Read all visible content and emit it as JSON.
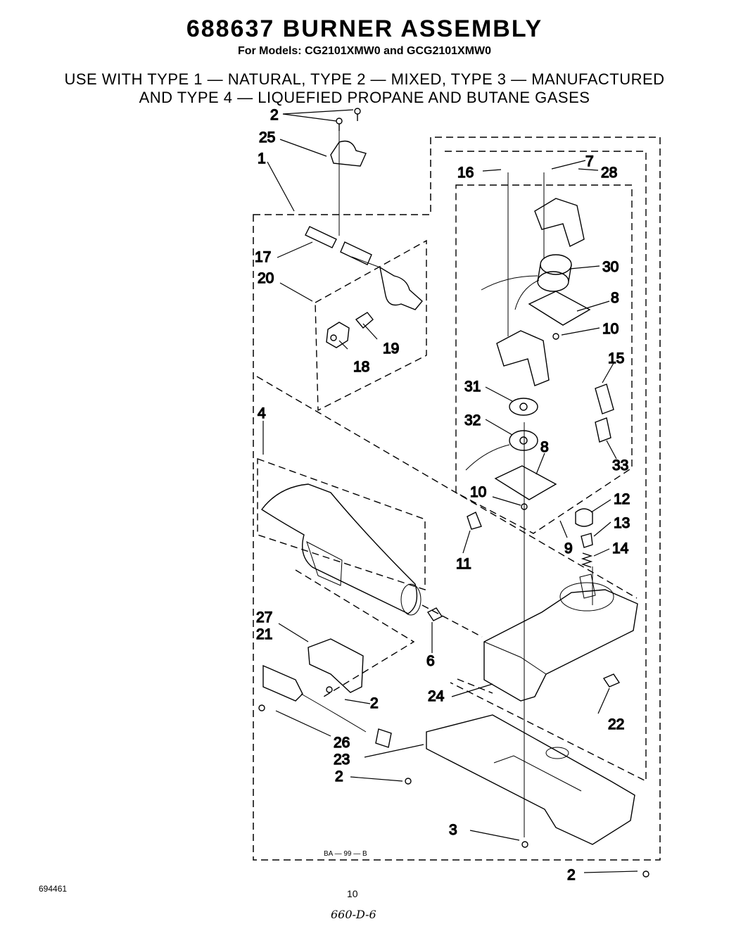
{
  "header": {
    "title": "688637 BURNER ASSEMBLY",
    "subtitle": "For Models: CG2101XMW0 and GCG2101XMW0",
    "usage_line1": "USE WITH TYPE 1 — NATURAL, TYPE 2 — MIXED, TYPE 3 — MANUFACTURED",
    "usage_line2": "AND TYPE 4 — LIQUEFIED PROPANE AND BUTANE GASES"
  },
  "diagram": {
    "callouts": {
      "c2_top": "2",
      "c25": "25",
      "c1": "1",
      "c17": "17",
      "c20": "20",
      "c18": "18",
      "c19": "19",
      "c4": "4",
      "c27": "27",
      "c21": "21",
      "c2_mid": "2",
      "c26": "26",
      "c23": "23",
      "c2_low": "2",
      "c3": "3",
      "c2_bottom": "2",
      "c16": "16",
      "c7": "7",
      "c28": "28",
      "c30": "30",
      "c8_top": "8",
      "c10_top": "10",
      "c15": "15",
      "c31": "31",
      "c32": "32",
      "c8_low": "8",
      "c33": "33",
      "c10_low": "10",
      "c12": "12",
      "c13": "13",
      "c14": "14",
      "c9": "9",
      "c11": "11",
      "c6": "6",
      "c24": "24",
      "c22": "22"
    },
    "drawing_code": "BA — 99 — B"
  },
  "footer": {
    "page_code": "694461",
    "page_number": "10",
    "handwritten_note": "660-D-6"
  }
}
